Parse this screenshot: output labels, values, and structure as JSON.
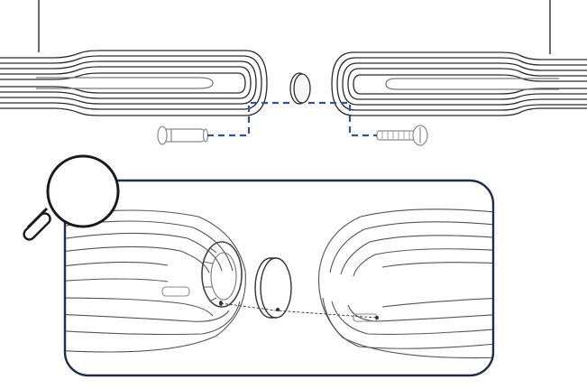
{
  "diagram": {
    "subject": "",
    "colors": {
      "line": "#2a2a2a",
      "line_light": "#9a9a9a",
      "guide": "#2f5597",
      "frame": "#1f2d4d",
      "background": "#ffffff"
    },
    "parts": {
      "left_shade": {
        "icon": "ribbed-lamp-shade"
      },
      "right_shade": {
        "icon": "ribbed-lamp-shade"
      },
      "end_cap": {
        "icon": "round-end-cap"
      },
      "left_pin": {
        "icon": "connector-pin"
      },
      "right_screw": {
        "icon": "threaded-screw"
      }
    },
    "zoom": {
      "icon": "magnifier-icon",
      "panel": "detail-view"
    }
  }
}
